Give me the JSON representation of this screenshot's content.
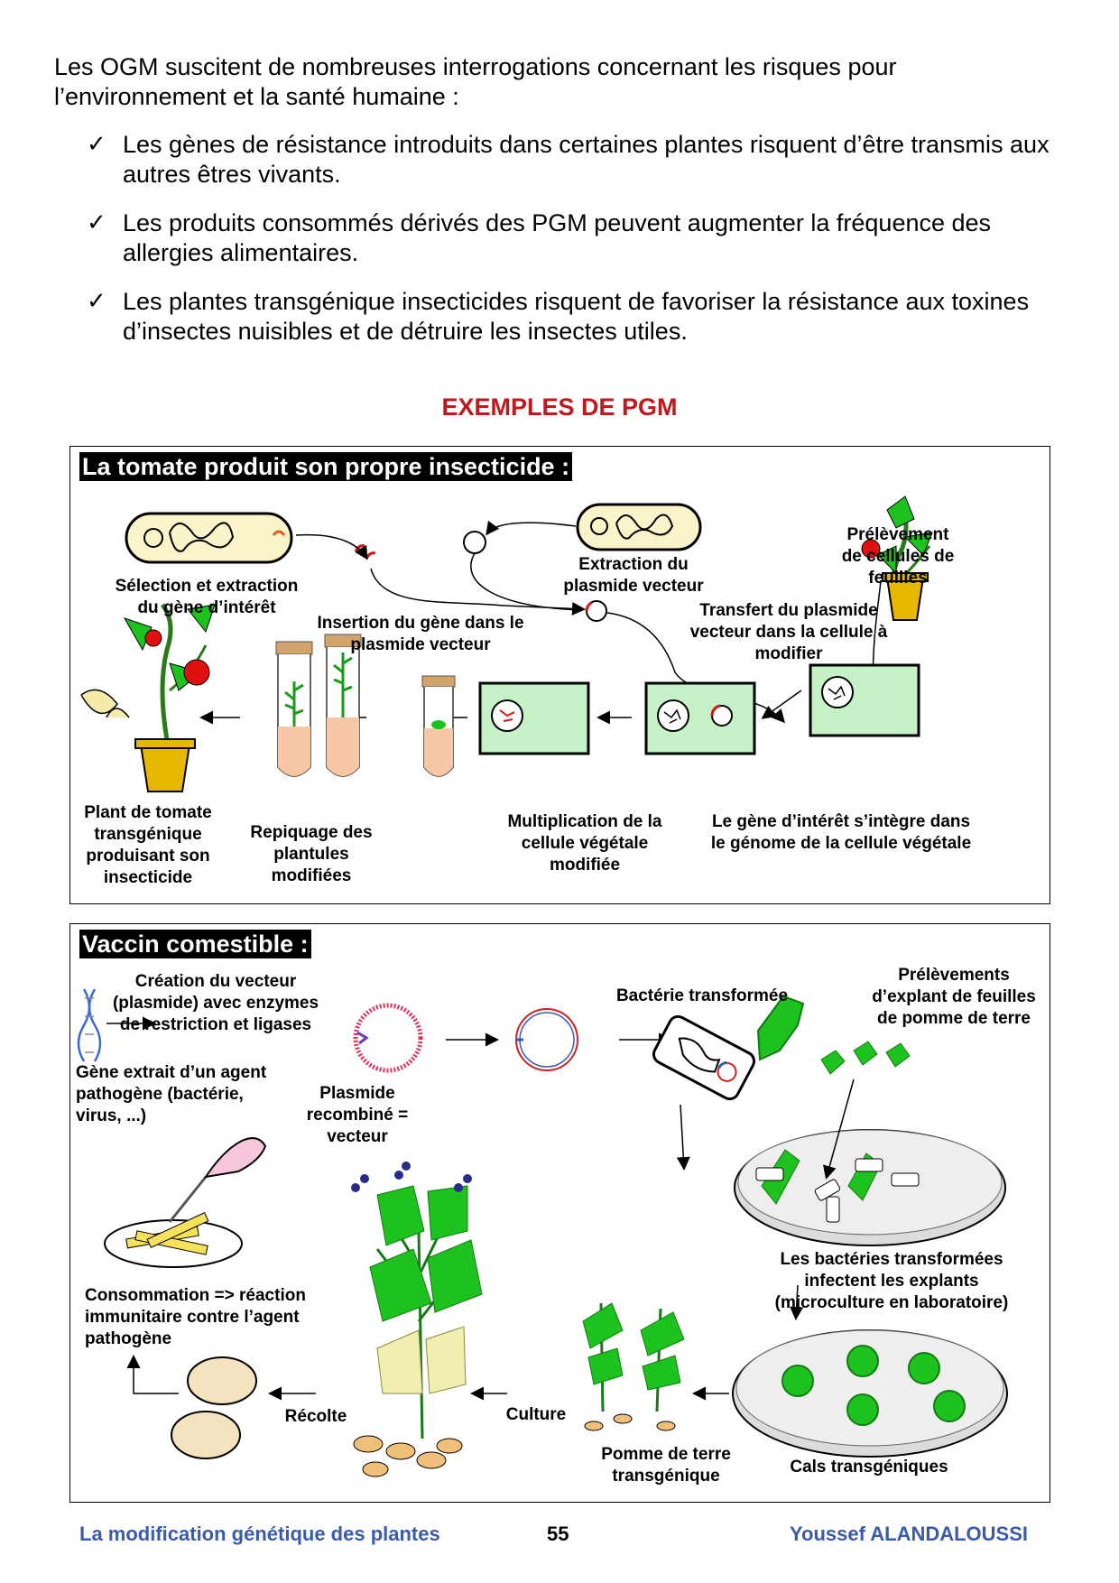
{
  "intro": "Les OGM suscitent de nombreuses interrogations concernant les risques pour l’environnement et la santé humaine :",
  "bullets": [
    "Les gènes de résistance introduits dans certaines plantes risquent d’être transmis aux autres êtres vivants.",
    "Les produits consommés dérivés des PGM peuvent augmenter la fréquence des allergies alimentaires.",
    "Les plantes transgénique insecticides risquent de favoriser la résistance aux toxines d’insectes nuisibles et de détruire les insectes utiles."
  ],
  "bullet_icon": "✓",
  "section_title": "EXEMPLES DE PGM",
  "tomato": {
    "title": "La tomate produit son propre insecticide :",
    "selection": "Sélection et extraction du gène d’intérêt",
    "insertion": "Insertion du gène dans le plasmide vecteur",
    "extraction": "Extraction du plasmide vecteur",
    "prelevement": "Prélèvement de cellules de feuilles",
    "transfert": "Transfert du plasmide vecteur dans la cellule à modifier",
    "plant": "Plant de tomate transgénique produisant son insecticide",
    "repiquage": "Repiquage des plantules modifiées",
    "multiplication": "Multiplication de la cellule végétale modifiée",
    "integration": "Le gène d’intérêt s’intègre dans le génome de la cellule végétale"
  },
  "vaccine": {
    "title": "Vaccin comestible :",
    "creation": "Création du vecteur (plasmide) avec enzymes de restriction et ligases",
    "gene": "Gène extrait d’un agent pathogène (bactérie, virus, ...)",
    "plasmide": "Plasmide recombiné = vecteur",
    "bacterie": "Bactérie transformée",
    "prelevements": "Prélèvements d’explant de feuilles de pomme de terre",
    "infectent": "Les bactéries transformées infectent les explants (microculture en laboratoire)",
    "consommation": "Consommation => réaction immunitaire contre l’agent pathogène",
    "recolte": "Récolte",
    "culture": "Culture",
    "pomme": "Pomme de terre transgénique",
    "cals": "Cals transgéniques"
  },
  "footer": {
    "left": "La modification génétique des plantes",
    "page": "55",
    "right": "Youssef ALANDALOUSSI"
  },
  "colors": {
    "title_red": "#c0181d",
    "footer_blue": "#3a5ba9",
    "leaf_green": "#1ec21e",
    "pot_yellow": "#e6b800"
  }
}
